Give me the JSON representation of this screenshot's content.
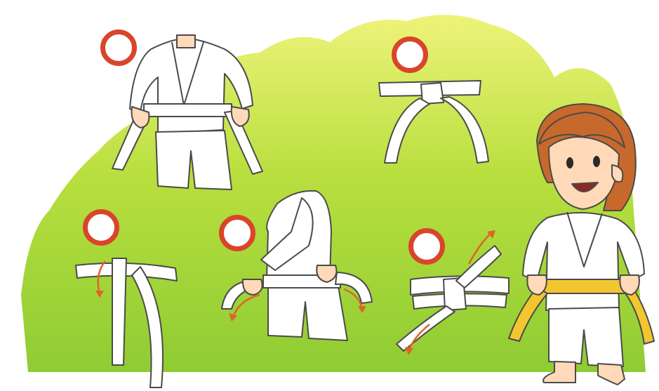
{
  "steps": [
    {
      "id": 1,
      "label": ""
    },
    {
      "id": 2,
      "label": ""
    },
    {
      "id": 3,
      "label": ""
    },
    {
      "id": 4,
      "label": ""
    },
    {
      "id": 5,
      "label": ""
    }
  ],
  "colors": {
    "background_top": "#eef37a",
    "background_mid": "#b8df3e",
    "background_bottom": "#8fcc33",
    "marker_ring": "#d9452b",
    "arrow": "#e0632a",
    "gi_white": "#ffffff",
    "outline": "#4a4a4a",
    "belt_yellow": "#f2c531",
    "skin": "#ffd9b8",
    "hair": "#c7692c"
  },
  "icons": [
    "step-marker-icon",
    "curved-arrow-icon",
    "karate-gi-icon",
    "belt-knot-icon",
    "child-character-icon"
  ]
}
